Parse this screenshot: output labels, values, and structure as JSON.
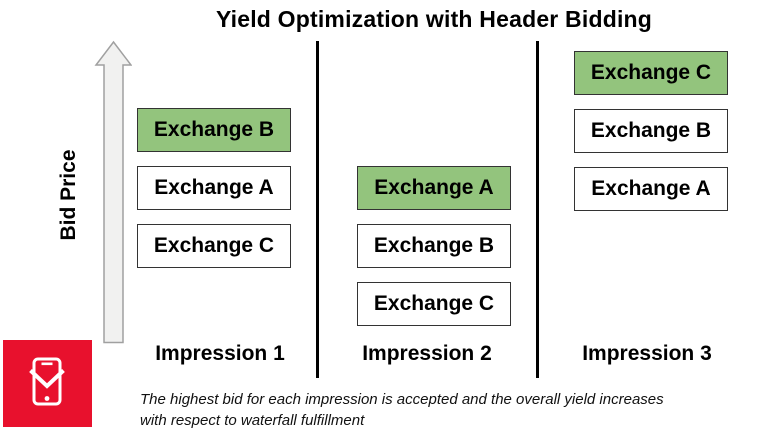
{
  "title": "Yield Optimization with Header Bidding",
  "axis": {
    "label": "Bid Price",
    "icon": "up-arrow-icon"
  },
  "colors": {
    "highlight_green": "#93c47d",
    "box_border": "#333333",
    "divider_black": "#000000",
    "arrow_fill": "#f1f1f0",
    "arrow_stroke": "#a0a0a0",
    "logo_red": "#e8112d"
  },
  "columns": [
    {
      "label": "Impression 1",
      "boxes": [
        {
          "label": "Exchange B",
          "highlighted": true
        },
        {
          "label": "Exchange A",
          "highlighted": false
        },
        {
          "label": "Exchange C",
          "highlighted": false
        }
      ]
    },
    {
      "label": "Impression 2",
      "boxes": [
        {
          "label": "Exchange A",
          "highlighted": true
        },
        {
          "label": "Exchange B",
          "highlighted": false
        },
        {
          "label": "Exchange C",
          "highlighted": false
        }
      ]
    },
    {
      "label": "Impression 3",
      "boxes": [
        {
          "label": "Exchange C",
          "highlighted": true
        },
        {
          "label": "Exchange B",
          "highlighted": false
        },
        {
          "label": "Exchange A",
          "highlighted": false
        }
      ]
    }
  ],
  "caption": {
    "line1": "The highest bid for each impression is accepted and the overall yield increases",
    "line2": "with respect to waterfall fulfillment"
  },
  "logo": {
    "icon": "phone-envelope-icon"
  }
}
